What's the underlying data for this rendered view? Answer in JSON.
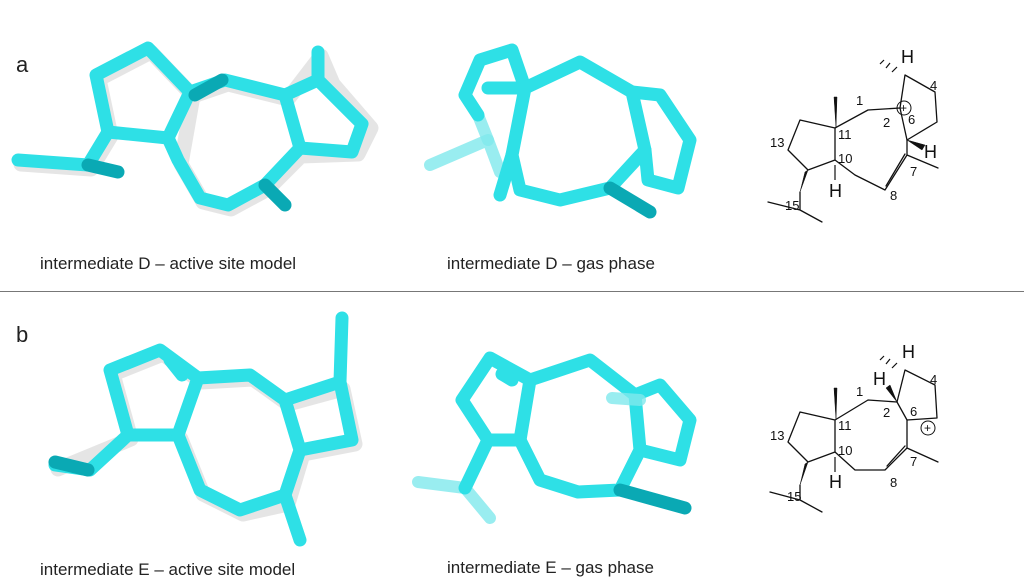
{
  "panels": [
    {
      "label": "a",
      "captions": [
        "intermediate D – active site model",
        "intermediate D – gas phase"
      ],
      "structure": {
        "atom_numbers": [
          "1",
          "2",
          "4",
          "6",
          "7",
          "8",
          "10",
          "11",
          "13",
          "15"
        ],
        "hydrogen": "H",
        "charge": "+"
      }
    },
    {
      "label": "b",
      "captions": [
        "intermediate E – active site model",
        "intermediate E – gas phase"
      ],
      "structure": {
        "atom_numbers": [
          "1",
          "2",
          "4",
          "6",
          "7",
          "8",
          "10",
          "11",
          "13",
          "15"
        ],
        "hydrogen": "H",
        "charge": "+"
      }
    }
  ],
  "colors": {
    "tube": "#2ee0e6",
    "tube_shade": "#0aa9b4",
    "divider": "#777777",
    "text": "#222222"
  }
}
